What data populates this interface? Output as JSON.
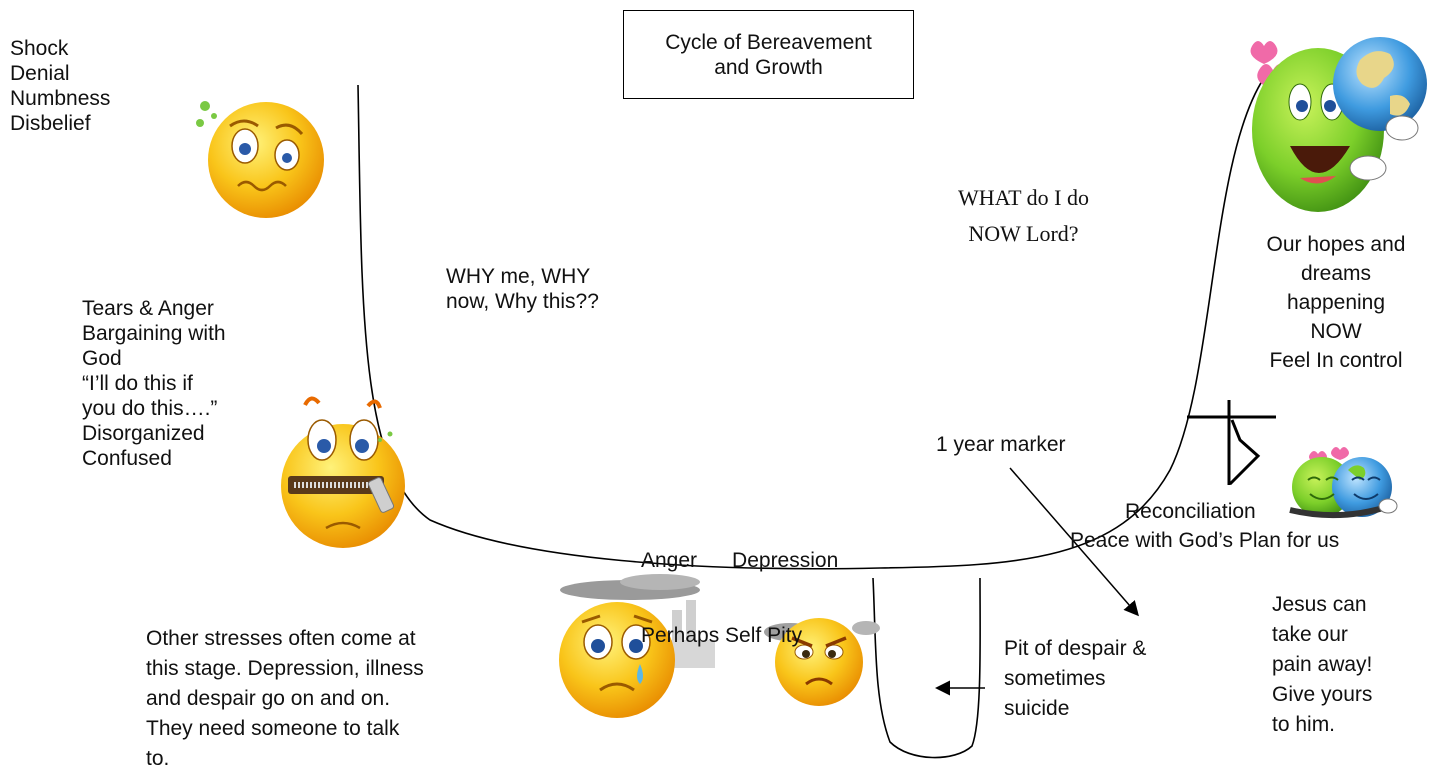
{
  "title": [
    "Cycle of Bereavement",
    "and Growth"
  ],
  "stages": {
    "shock": [
      "Shock",
      "Denial",
      "Numbness",
      "Disbelief"
    ],
    "tears": [
      "Tears & Anger",
      "Bargaining with",
      "God",
      "“I’ll do this if",
      "you do this….”",
      "Disorganized",
      "Confused"
    ],
    "why": [
      "WHY me, WHY",
      "now, Why this??"
    ],
    "anger_depression": [
      "Anger      Depression",
      "Perhaps Self Pity"
    ],
    "other_stresses": [
      "Other stresses often come at",
      "this stage. Depression, illness",
      "and despair go on and on.",
      "They need someone to talk",
      "to."
    ],
    "pit": [
      "Pit of despair &",
      "sometimes",
      "suicide"
    ],
    "year_marker": "1 year marker",
    "what_now": [
      "WHAT do I do",
      "NOW Lord?"
    ],
    "hopes": [
      "Our hopes and",
      "dreams",
      "happening",
      "NOW",
      "Feel In control"
    ],
    "reconciliation": [
      "Reconciliation",
      "Peace with God’s Plan for us"
    ],
    "jesus": [
      "Jesus can",
      "take our",
      "pain away!",
      "Give yours",
      "to him."
    ]
  },
  "icons": [
    "confused-face-icon",
    "zipped-mouth-face-icon",
    "crying-face-icon",
    "angry-face-icon",
    "happy-globe-face-icon",
    "hugging-faces-icon",
    "cross-icon"
  ],
  "colors": {
    "face": "#f7b400",
    "face_light": "#ffe866",
    "globe_face": "#7ccf2a",
    "tear": "#5bb7e6",
    "cloud": "#9a9a9a",
    "line": "#000000"
  }
}
